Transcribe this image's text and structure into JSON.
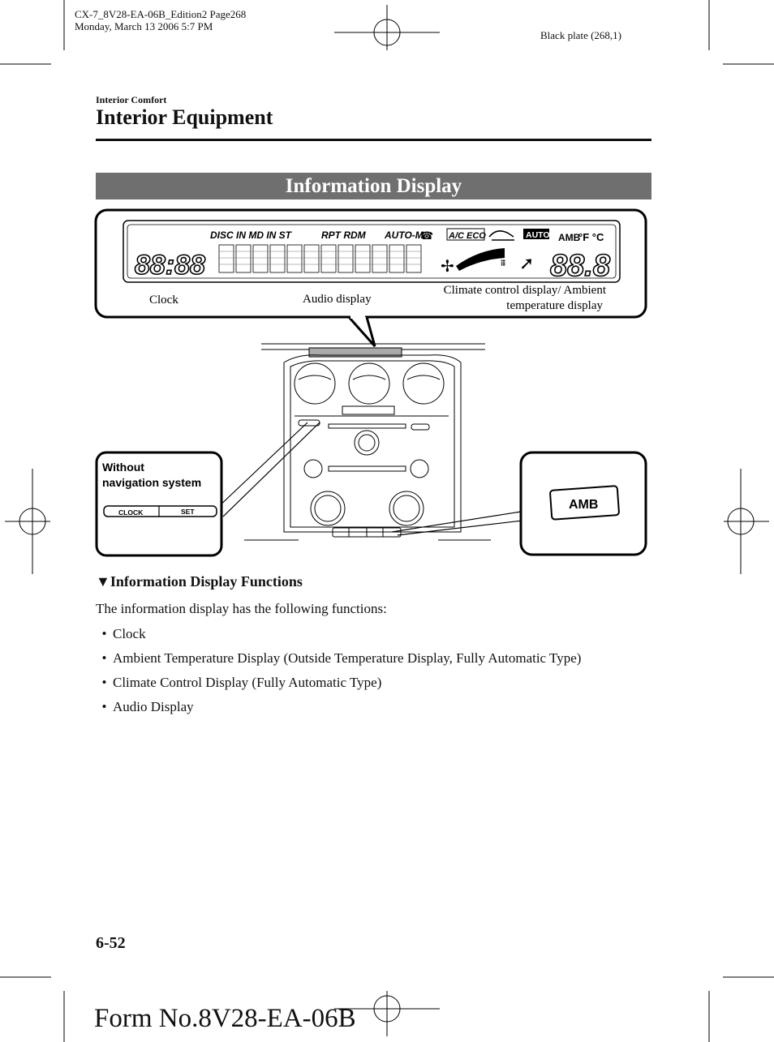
{
  "header": {
    "file_line": "CX-7_8V28-EA-06B_Edition2 Page268",
    "date_line": "Monday, March 13 2006 5:7 PM",
    "plate": "Black plate (268,1)"
  },
  "section": {
    "label": "Interior Comfort",
    "title": "Interior Equipment"
  },
  "banner": "Information Display",
  "figure": {
    "lcd_segments": {
      "audio_tags": "DISC IN MD IN ST",
      "repeat_tags": "RPT RDM",
      "auto_m": "AUTO-M",
      "ac_eco": "A/C ECO",
      "auto": "AUTO",
      "amb": "AMB",
      "temp_units": "°F °C",
      "clock_digits": "88:88",
      "temp_digits": "88.8"
    },
    "callouts": {
      "clock": "Clock",
      "audio": "Audio display",
      "climate_line1": "Climate control display/ Ambient",
      "climate_line2": "temperature display"
    },
    "left_inset": {
      "line1": "Without",
      "line2": "navigation system",
      "clock_button": "CLOCK",
      "set_button": "SET"
    },
    "right_inset": {
      "amb_button": "AMB"
    }
  },
  "subsection": {
    "marker": "▼",
    "title": "Information Display Functions"
  },
  "intro": "The information display has the following functions:",
  "bullets": [
    "Clock",
    "Ambient Temperature Display (Outside Temperature Display, Fully Automatic Type)",
    "Climate Control Display (Fully Automatic Type)",
    "Audio Display"
  ],
  "footer": {
    "page_number": "6-52",
    "form_number": "Form No.8V28-EA-06B"
  }
}
